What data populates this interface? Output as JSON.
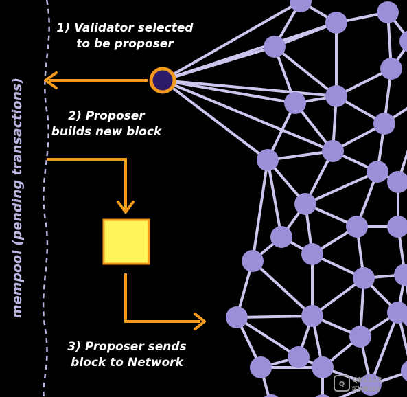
{
  "mempool": {
    "label": "mempool (pending transactions)"
  },
  "steps": [
    {
      "line1": "1) Validator selected",
      "line2": "to be proposer"
    },
    {
      "line1": "2) Proposer",
      "line2": "builds new block"
    },
    {
      "line1": "3) Proposer sends",
      "line2": "block to Network"
    }
  ],
  "watermark": {
    "logo": "Q",
    "text_top": "QKL123",
    "text_bottom": "区块链123"
  },
  "colors": {
    "background": "#000000",
    "node_fill": "#9b8fd8",
    "edge": "#cbc6ee",
    "proposer_fill": "#2e1a6b",
    "arrow": "#f39a1e",
    "block_fill": "#fff35a",
    "block_border": "#f39a1e",
    "mempool_line": "#b8b5e0"
  }
}
